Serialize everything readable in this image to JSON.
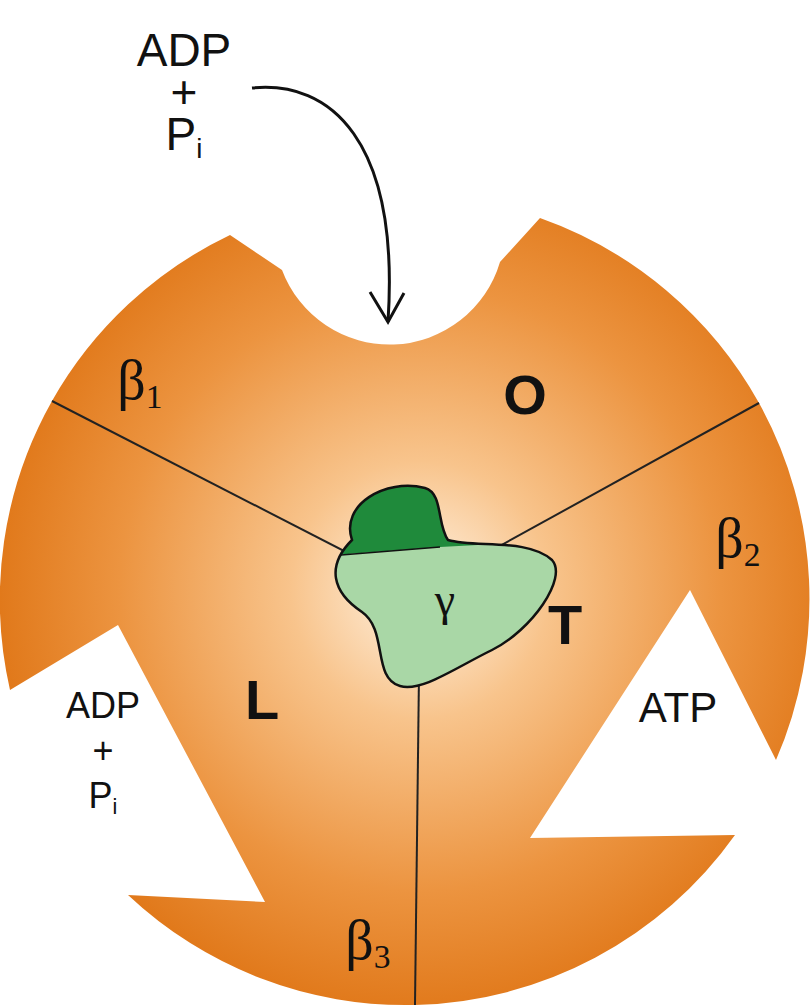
{
  "diagram": {
    "nodes": [
      {
        "text": [
          "β1",
          "O"
        ]
      },
      {
        "text": [
          "β2",
          "T"
        ]
      },
      {
        "text": [
          "L",
          "β3"
        ]
      },
      {
        "text": [
          "γ"
        ]
      }
    ],
    "labels": [
      "ADP + Pi",
      "ADP + Pi",
      "ATP"
    ]
  }
}
